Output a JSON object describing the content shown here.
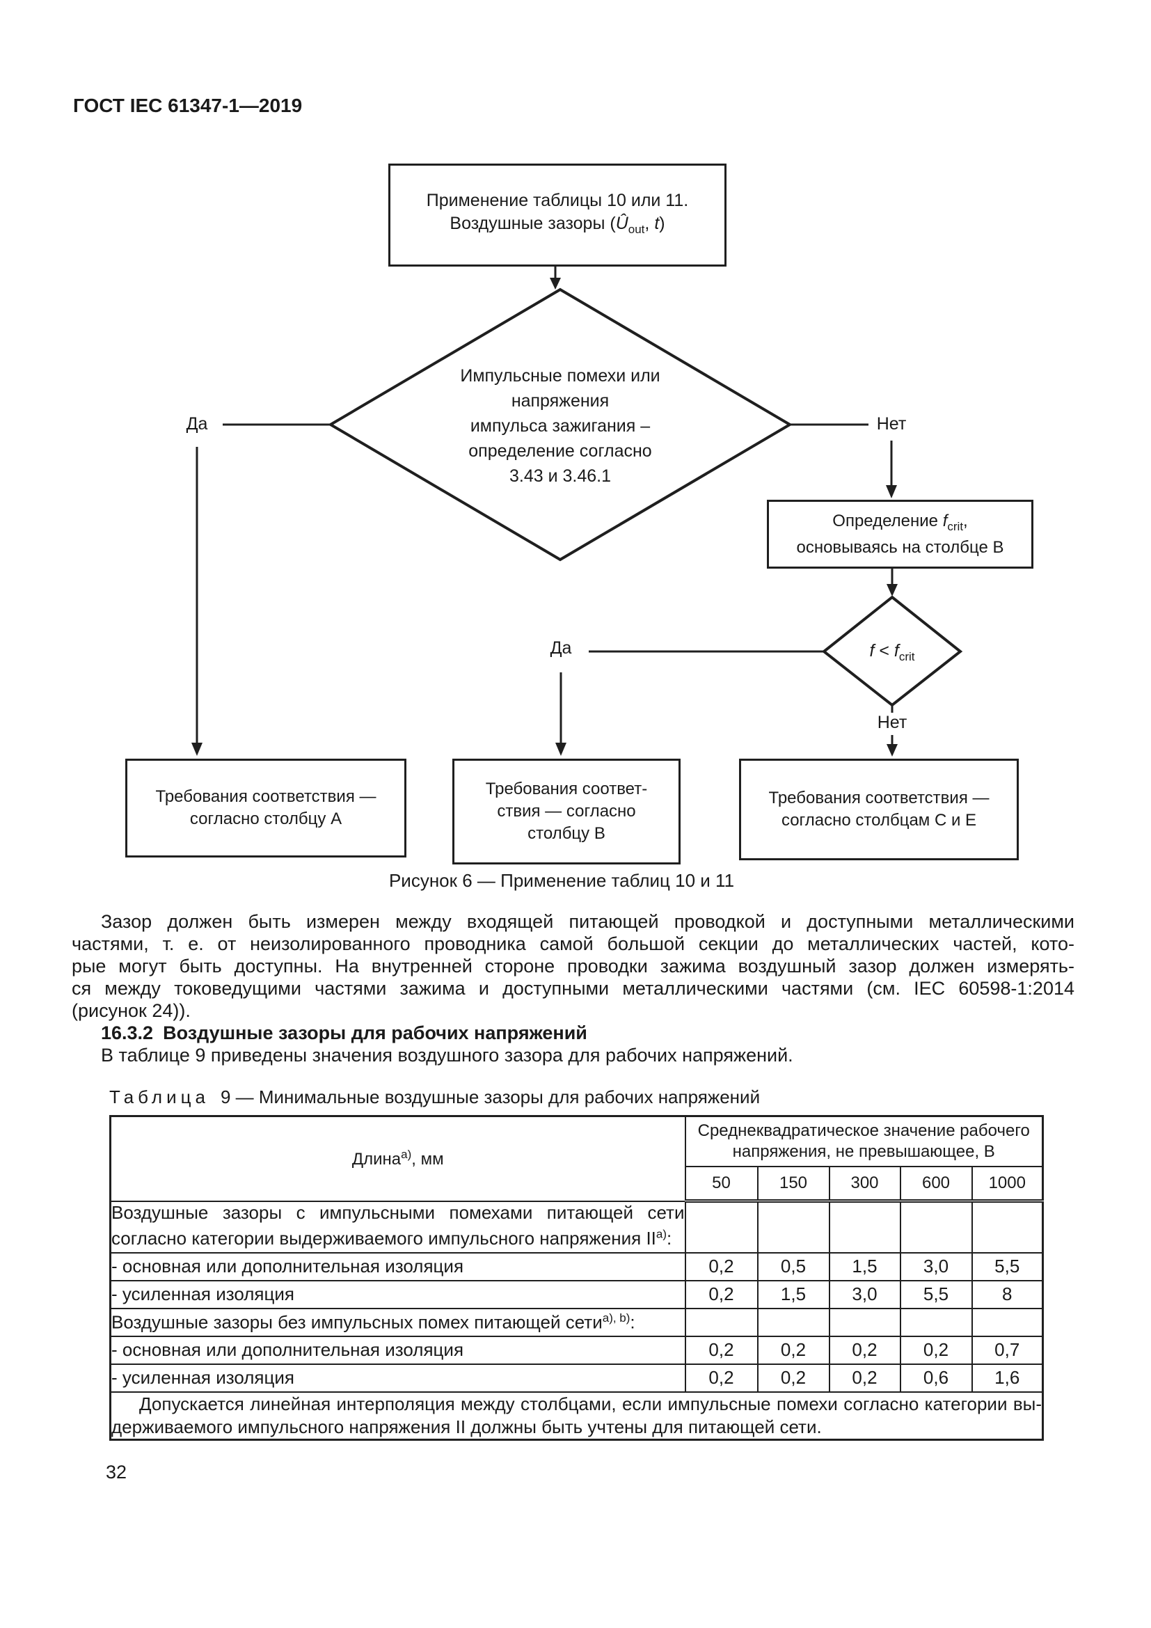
{
  "page": {
    "header": "ГОСТ IEC 61347-1—2019",
    "number": "32"
  },
  "flowchart": {
    "box_top": {
      "line1": "Применение таблицы 10 или 11.",
      "line2_pre": "Воздушные зазоры (",
      "u_var": "Û",
      "u_sub": "out",
      "line2_mid": ", ",
      "t_var": "t",
      "line2_close": ")"
    },
    "diamond_main": {
      "lines": [
        "Импульсные помехи или",
        "напряжения",
        "импульса зажигания –",
        "определение согласно",
        "3.43 и 3.46.1"
      ]
    },
    "label_yes1": "Да",
    "label_no1": "Нет",
    "box_fcrit": {
      "line1_pre": "Определение ",
      "f_var": "f",
      "f_sub": "crit",
      "line1_post": ",",
      "line2": "основываясь на столбце B"
    },
    "diamond_f": {
      "f1": "f",
      "op": " < ",
      "f2": "f",
      "f2_sub": "crit"
    },
    "label_yes2": "Да",
    "label_no2": "Нет",
    "box_a": {
      "line1": "Требования соответствия —",
      "line2": "согласно столбцу A"
    },
    "box_b": {
      "line1": "Требования соответ-",
      "line2": "ствия — согласно",
      "line3": "столбцу B"
    },
    "box_ce": {
      "line1": "Требования соответствия —",
      "line2": "согласно столбцам C и E"
    },
    "caption": "Рисунок 6 — Применение таблиц 10 и 11"
  },
  "body": {
    "paragraph_lines": [
      "Зазор должен быть измерен между входящей питающей проводкой и доступными металлическими",
      "частями, т. е. от неизолированного проводника самой большой секции до металлических частей, кото-",
      "рые могут быть доступны. На внутренней стороне проводки зажима воздушный зазор должен измерять-",
      "ся между токоведущими частями зажима и доступными металлическими частями (см. IEC 60598-1:2014",
      "(рисунок 24))."
    ],
    "heading_num": "16.3.2",
    "heading_text": "Воздушные зазоры для рабочих напряжений",
    "intro": "В таблице 9 приведены значения воздушного зазора для рабочих напряжений."
  },
  "table": {
    "caption_word": "Таблица",
    "caption_rest": "9 — Минимальные воздушные зазоры для рабочих напряжений",
    "col_length": {
      "base": "Длина",
      "sup": "а)",
      "tail": ", мм"
    },
    "col_voltage": {
      "line1": "Среднеквадратическое значение рабочего",
      "line2": "напряжения, не превышающее, В"
    },
    "voltages": [
      "50",
      "150",
      "300",
      "600",
      "1000"
    ],
    "group1": {
      "line1": "Воздушные зазоры с импульсными помехами питающей сети",
      "line2_base": "согласно категории выдерживаемого импульсного напряжения II",
      "sup": "а)",
      "tail": ":"
    },
    "rows1": [
      {
        "label": "- основная или дополнительная изоляция",
        "values": [
          "0,2",
          "0,5",
          "1,5",
          "3,0",
          "5,5"
        ]
      },
      {
        "label": "- усиленная изоляция",
        "values": [
          "0,2",
          "1,5",
          "3,0",
          "5,5",
          "8"
        ]
      }
    ],
    "group2": {
      "base": "Воздушные зазоры без импульсных помех питающей сети",
      "sup": "а), b)",
      "tail": ":"
    },
    "rows2": [
      {
        "label": "- основная или дополнительная изоляция",
        "values": [
          "0,2",
          "0,2",
          "0,2",
          "0,2",
          "0,7"
        ]
      },
      {
        "label": "- усиленная изоляция",
        "values": [
          "0,2",
          "0,2",
          "0,2",
          "0,6",
          "1,6"
        ]
      }
    ],
    "note_lines": [
      "Допускается линейная интерполяция между столбцами, если импульсные помехи согласно категории вы-",
      "держиваемого импульсного напряжения II должны быть учтены для питающей сети."
    ]
  }
}
